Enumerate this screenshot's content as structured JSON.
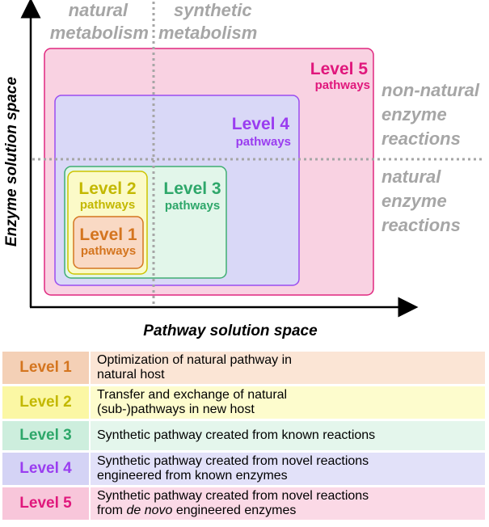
{
  "axes": {
    "y_label": "Enzyme solution space",
    "x_label": "Pathway solution space"
  },
  "quadrants": {
    "top_left": [
      "natural",
      "metabolism"
    ],
    "top_right": [
      "synthetic",
      "metabolism"
    ],
    "right_upper": [
      "non-natural",
      "enzyme",
      "reactions"
    ],
    "right_lower": [
      "natural",
      "enzyme",
      "reactions"
    ]
  },
  "levels": [
    {
      "name": "Level 1",
      "sub": "pathways",
      "color": "#d4751f",
      "fill": "#f9d9c4",
      "stroke": "#d4751f"
    },
    {
      "name": "Level 2",
      "sub": "pathways",
      "color": "#c3b800",
      "fill": "#fbfac8",
      "stroke": "#cdc400"
    },
    {
      "name": "Level 3",
      "sub": "pathways",
      "color": "#2ea76a",
      "fill": "#e2f6ea",
      "stroke": "#3fae73"
    },
    {
      "name": "Level 4",
      "sub": "pathways",
      "color": "#9a3df0",
      "fill": "#d9d8f7",
      "stroke": "#9a4cf0"
    },
    {
      "name": "Level 5",
      "sub": "pathways",
      "color": "#e0177c",
      "fill": "#f9d2e2",
      "stroke": "#e0277f"
    }
  ],
  "legend": [
    {
      "level": "Level 1",
      "text": "Optimization of natural pathway in\nnatural host",
      "level_bg": "#f4d0b6",
      "level_color": "#d4751f",
      "bg": "#fbe5d5"
    },
    {
      "level": "Level 2",
      "text": "Transfer and exchange of natural\n(sub-)pathways in new host",
      "level_bg": "#fbf7a4",
      "level_color": "#c3b800",
      "bg": "#fdfccd"
    },
    {
      "level": "Level 3",
      "text": "Synthetic pathway created from known reactions",
      "level_bg": "#cdeedd",
      "level_color": "#2ea76a",
      "bg": "#e4f6ec"
    },
    {
      "level": "Level 4",
      "text": "Synthetic pathway created from novel reactions\nengineered from known enzymes",
      "level_bg": "#d4d3f5",
      "level_color": "#9a3df0",
      "bg": "#e2e1f9"
    },
    {
      "level": "Level 5",
      "text": "Synthetic pathway created from novel reactions\nfrom de novo engineered enzymes",
      "level_bg": "#f8c6da",
      "level_color": "#e0177c",
      "bg": "#fbd9e6"
    }
  ]
}
